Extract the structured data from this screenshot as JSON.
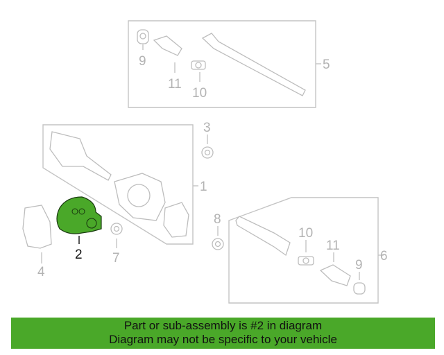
{
  "diagram": {
    "callouts": {
      "c1": "1",
      "c2": "2",
      "c3": "3",
      "c4": "4",
      "c5": "5",
      "c6": "6",
      "c7": "7",
      "c8": "8",
      "c9a": "9",
      "c9b": "9",
      "c10a": "10",
      "c10b": "10",
      "c11a": "11",
      "c11b": "11"
    },
    "highlighted_part": "2",
    "highlight_color": "#4aa829"
  },
  "banner": {
    "line1": "Part or sub-assembly is #2 in diagram",
    "line2": "Diagram may not be specific to your vehicle"
  }
}
